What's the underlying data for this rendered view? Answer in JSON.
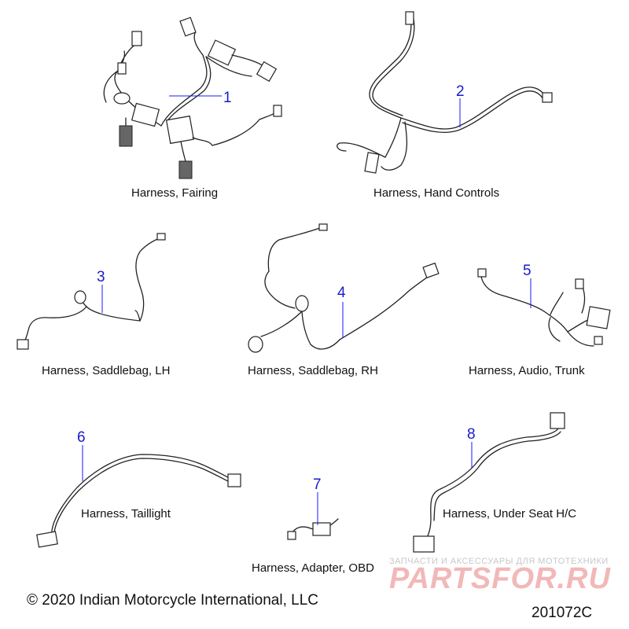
{
  "parts": [
    {
      "num": "1",
      "caption": "Harness, Fairing"
    },
    {
      "num": "2",
      "caption": "Harness, Hand Controls"
    },
    {
      "num": "3",
      "caption": "Harness, Saddlebag, LH"
    },
    {
      "num": "4",
      "caption": "Harness, Saddlebag, RH"
    },
    {
      "num": "5",
      "caption": "Harness, Audio, Trunk"
    },
    {
      "num": "6",
      "caption": "Harness, Taillight"
    },
    {
      "num": "7",
      "caption": "Harness, Adapter, OBD"
    },
    {
      "num": "8",
      "caption": "Harness, Under Seat H/C"
    }
  ],
  "footer": {
    "copyright": "© 2020 Indian Motorcycle International, LLC",
    "code": "201072C"
  },
  "watermark": {
    "tagline": "ЗАПЧАСТИ И АКСЕССУАРЫ ДЛЯ МОТОТЕХНИКИ",
    "brand": "PARTSFOR.RU"
  },
  "colors": {
    "callout": "#1a1acc",
    "leader": "#1a1aff",
    "watermark": "#f2b8b8"
  }
}
